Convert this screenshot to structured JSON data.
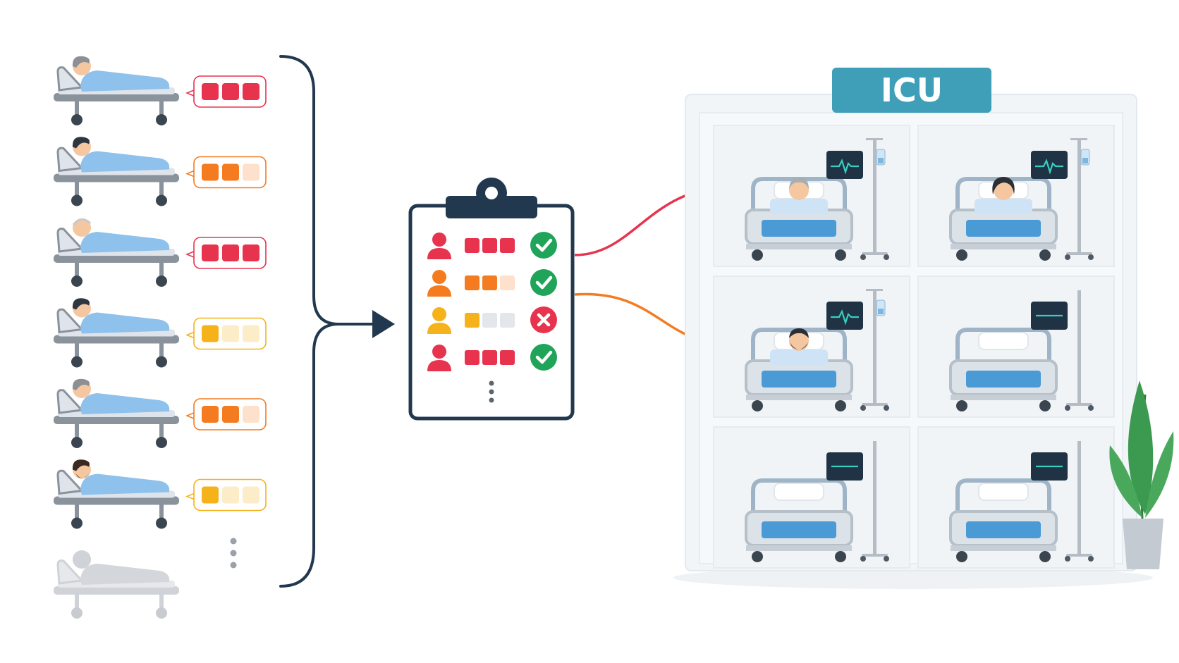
{
  "icu_sign": {
    "label": "ICU"
  },
  "colors": {
    "critical": "#e8334f",
    "high": "#f47b20",
    "moderate": "#f6b21a",
    "inactive_critical": "#fbd3d9",
    "inactive_high": "#fde1cc",
    "inactive_moderate": "#fdecc8",
    "inactive_gray": "#e3e6ea",
    "navy": "#22384f",
    "icu_sign": "#3f9fb8",
    "patient_blue": "#8ec1ec",
    "bed_blue": "#4a9ad6",
    "bed_gray": "#b7bec6",
    "check_green": "#1fa45a",
    "reject_red": "#e8334f",
    "plant_green": "#3b9a4f"
  },
  "incoming_patients": [
    {
      "hair": "gray",
      "severity": "critical",
      "score": 3
    },
    {
      "hair": "dark",
      "severity": "high",
      "score": 2
    },
    {
      "hair": "bald",
      "severity": "critical",
      "score": 3
    },
    {
      "hair": "dark",
      "severity": "moderate",
      "score": 1
    },
    {
      "hair": "gray",
      "severity": "high",
      "score": 2
    },
    {
      "hair": "beard",
      "severity": "moderate",
      "score": 1
    }
  ],
  "triage_list": [
    {
      "severity": "critical",
      "score": 3,
      "decision": "admit-icon"
    },
    {
      "severity": "high",
      "score": 2,
      "decision": "admit-icon"
    },
    {
      "severity": "moderate",
      "score": 1,
      "decision": "reject-icon"
    },
    {
      "severity": "critical",
      "score": 3,
      "decision": "admit-icon"
    }
  ],
  "icu_beds": [
    {
      "occupied": true,
      "patient": "gray-hair-man",
      "monitor": "heartbeat",
      "iv": true
    },
    {
      "occupied": true,
      "patient": "dark-hair-woman",
      "monitor": "heartbeat",
      "iv": true
    },
    {
      "occupied": true,
      "patient": "bearded-man",
      "monitor": "heartbeat",
      "iv": true
    },
    {
      "occupied": false,
      "monitor": "flatline",
      "iv": false
    },
    {
      "occupied": false,
      "monitor": "flatline",
      "iv": false
    },
    {
      "occupied": false,
      "monitor": "flatline",
      "iv": false
    }
  ]
}
